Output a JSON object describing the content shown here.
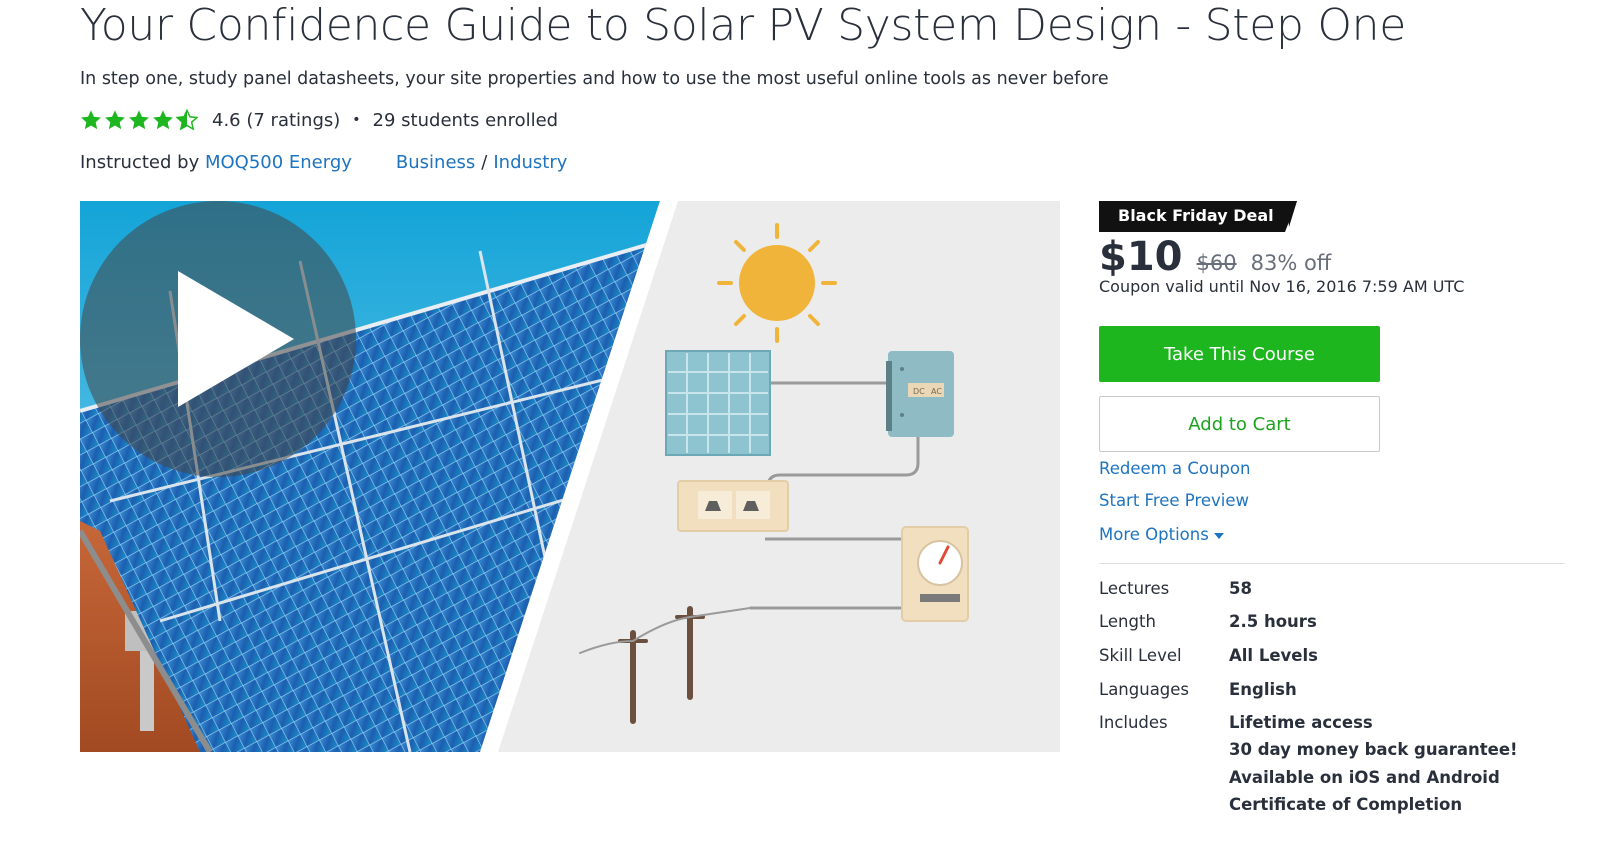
{
  "course": {
    "title": "Your Confidence Guide to Solar PV System Design - Step One",
    "subtitle": "In step one, study panel datasheets, your site properties and how to use the most useful online tools as never before",
    "rating_value": 4.6,
    "rating_text": "4.6 (7 ratings)",
    "separator": "•",
    "enrolled": "29 students enrolled",
    "instructed_by": "Instructed by",
    "instructor": "MOQ500 Energy",
    "category": "Business",
    "category_sep": "/",
    "subcategory": "Industry"
  },
  "preview": {
    "icons": [
      "solar-panel-photo",
      "sun-icon",
      "panel-icon",
      "inverter-icon",
      "breaker-icon",
      "meter-icon",
      "power-pole-icon",
      "play-icon"
    ],
    "inverter_label_dc": "DC",
    "inverter_label_ac": "AC"
  },
  "purchase": {
    "badge": "Black Friday Deal",
    "price": "$10",
    "original_price": "$60",
    "discount": "83% off",
    "coupon_valid": "Coupon valid until Nov 16, 2016 7:59 AM UTC",
    "take_course": "Take This Course",
    "add_to_cart": "Add to Cart",
    "redeem_coupon": "Redeem a Coupon",
    "free_preview": "Start Free Preview",
    "more_options": "More Options"
  },
  "specs": [
    {
      "label": "Lectures",
      "value": "58"
    },
    {
      "label": "Length",
      "value": "2.5 hours"
    },
    {
      "label": "Skill Level",
      "value": "All Levels"
    },
    {
      "label": "Languages",
      "value": "English"
    }
  ],
  "includes": {
    "label": "Includes",
    "items": [
      "Lifetime access",
      "30 day money back guarantee!",
      "Available on iOS and Android",
      "Certificate of Completion"
    ]
  },
  "colors": {
    "accent_green": "#1eb61e",
    "link_blue": "#1e74bf",
    "star_green": "#1eb61e",
    "text_dark": "#29303b"
  }
}
